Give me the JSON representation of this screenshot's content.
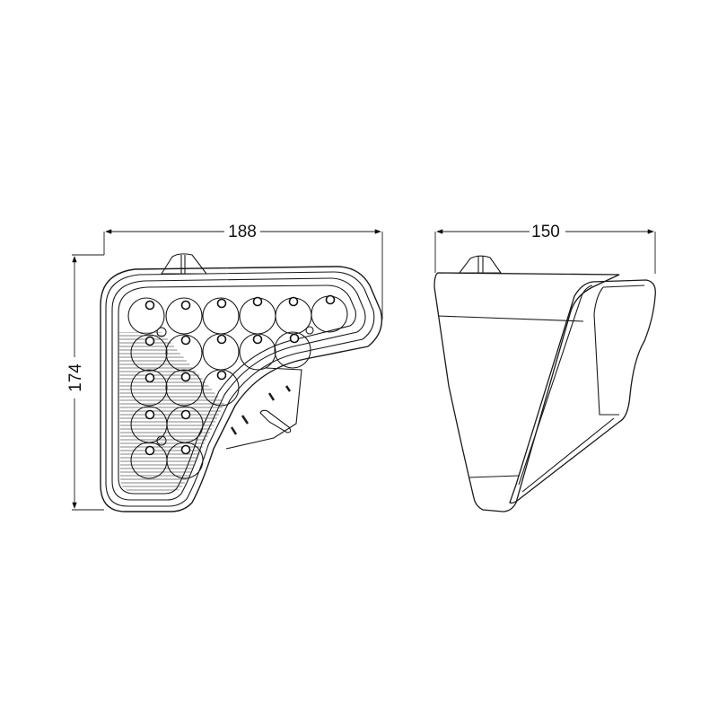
{
  "drawing": {
    "type": "technical line drawing of LED work lamp",
    "line_color": "#1a1a1a",
    "background": "#ffffff"
  },
  "front_view": {
    "width_label": "188",
    "height_label": "174",
    "led_rows": [
      6,
      5,
      3,
      2,
      2
    ]
  },
  "side_view": {
    "depth_label": "150"
  }
}
